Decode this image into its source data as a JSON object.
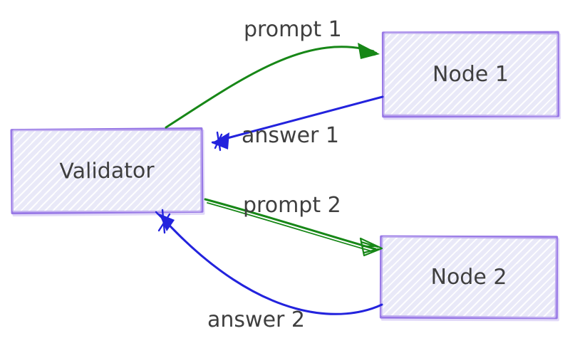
{
  "boxes": [
    {
      "id": "validator",
      "label": "Validator"
    },
    {
      "id": "node1",
      "label": "Node 1"
    },
    {
      "id": "node2",
      "label": "Node 2"
    }
  ],
  "edges": [
    {
      "id": "prompt1",
      "label": "prompt 1",
      "from": "Validator",
      "to": "Node 1",
      "color": "#178717",
      "shape": "curved-up"
    },
    {
      "id": "answer1",
      "label": "answer 1",
      "from": "Node 1",
      "to": "Validator",
      "color": "#2323dd",
      "shape": "straight"
    },
    {
      "id": "prompt2",
      "label": "prompt 2",
      "from": "Validator",
      "to": "Node 2",
      "color": "#178717",
      "shape": "straight-double"
    },
    {
      "id": "answer2",
      "label": "answer 2",
      "from": "Node 2",
      "to": "Validator",
      "color": "#2323dd",
      "shape": "curved-down"
    }
  ],
  "colors": {
    "box_border": "#9878e6",
    "box_border_light": "#c3b2f0",
    "box_fill": "#e9e9f8",
    "text": "#3f3f3f",
    "prompt_green": "#178717",
    "answer_blue": "#2323dd"
  }
}
